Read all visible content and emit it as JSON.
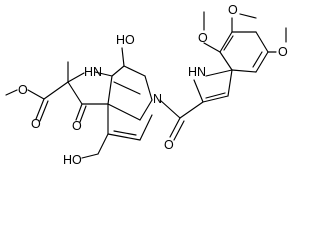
{
  "molecule": {
    "labels": {
      "o_ester_carbonyl": "O",
      "o_ester_methoxy": "O",
      "nh_pyrroline": "HN",
      "ho_phenol": "HO",
      "nh_indole": "HN",
      "n_ring": "N",
      "o_ketone": "O",
      "o_amide": "O",
      "ho_hydroxymethyl": "HO",
      "o_methoxy_a": "O",
      "o_methoxy_b": "O",
      "o_methoxy_c": "O"
    }
  }
}
